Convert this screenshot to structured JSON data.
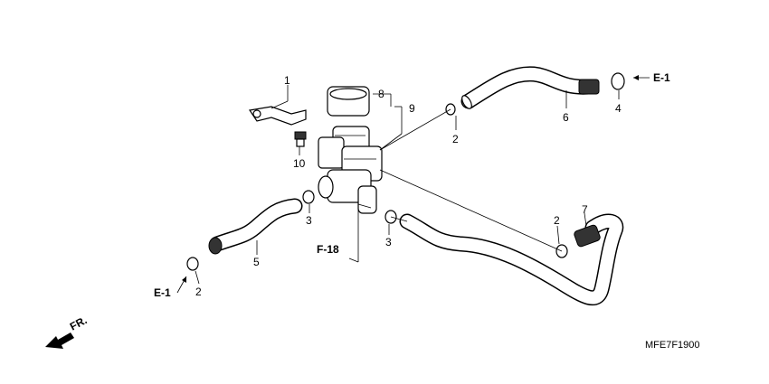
{
  "diagram": {
    "callouts": [
      {
        "id": "c1",
        "text": "1"
      },
      {
        "id": "c8",
        "text": "8"
      },
      {
        "id": "c9",
        "text": "9"
      },
      {
        "id": "c10",
        "text": "10"
      },
      {
        "id": "c2a",
        "text": "2"
      },
      {
        "id": "c6",
        "text": "6"
      },
      {
        "id": "c4",
        "text": "4"
      },
      {
        "id": "c3a",
        "text": "3"
      },
      {
        "id": "c3b",
        "text": "3"
      },
      {
        "id": "c5",
        "text": "5"
      },
      {
        "id": "c2b",
        "text": "2"
      },
      {
        "id": "c2c",
        "text": "2"
      },
      {
        "id": "c7",
        "text": "7"
      }
    ],
    "refs": {
      "e1_top": "E-1",
      "e1_bottom": "E-1",
      "f18": "F-18",
      "front": "FR."
    },
    "part_code": "MFE7F1900"
  }
}
